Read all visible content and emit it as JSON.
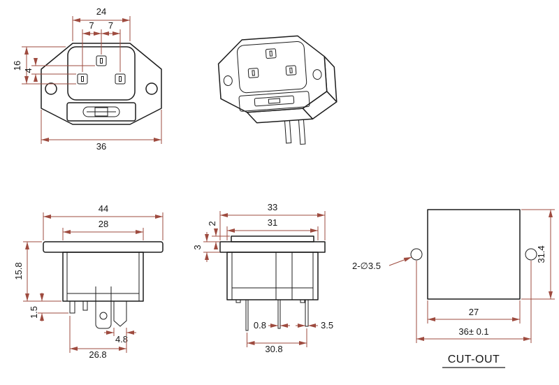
{
  "colors": {
    "background": "#ffffff",
    "outline": "#1c1c1c",
    "dimension_lines": "#9e4b3f",
    "text": "#161616"
  },
  "views": {
    "front": {
      "dims": {
        "top_width": "24",
        "pin_pitch_left": "7",
        "pin_pitch_right": "7",
        "recess_height": "16",
        "pin_row_offset": "4",
        "flange_width": "36"
      }
    },
    "perspective": {},
    "front_elevation": {
      "dims": {
        "flange_width": "44",
        "body_width": "28",
        "body_depth": "15.8",
        "terminal_length": "1.5",
        "clip_width": "4.8",
        "terminal_span": "26.8"
      }
    },
    "side_elevation": {
      "dims": {
        "flange_length": "33",
        "body_length": "31",
        "boss_height": "2",
        "flange_thickness": "3",
        "terminal_thickness": "0.8",
        "terminal_width": "3.5",
        "terminal_span": "30.8"
      }
    },
    "cutout": {
      "label": "CUT-OUT",
      "dims": {
        "hole_callout": "2-∅3.5",
        "height": "31.4",
        "width": "27",
        "hole_spacing": "36± 0.1"
      }
    }
  }
}
